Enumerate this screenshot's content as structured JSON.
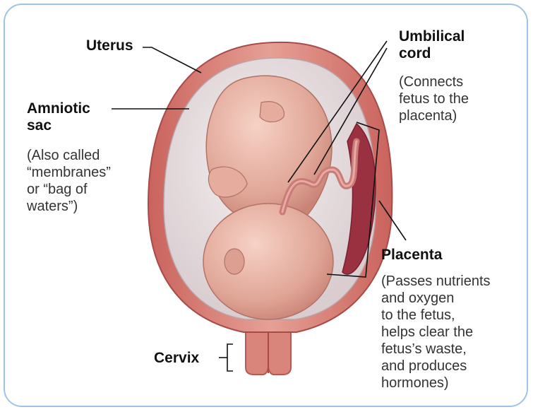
{
  "labels": {
    "uterus": "Uterus",
    "umbilical_cord": "Umbilical\ncord",
    "umbilical_cord_desc": "(Connects\nfetus to the\nplacenta)",
    "amniotic_sac": "Amniotic\nsac",
    "amniotic_sac_desc": "(Also called\n“membranes”\nor “bag of\nwaters”)",
    "placenta": "Placenta",
    "placenta_desc": "(Passes nutrients\nand oxygen\nto the fetus,\nhelps clear the\nfetus’s waste,\nand produces\nhormones)",
    "cervix": "Cervix"
  },
  "colors": {
    "frame_border": "#9ec3ea",
    "uterus_wall": "#d9857c",
    "uterus_wall_dark": "#b65a55",
    "amniotic_fluid": "#e9e2e4",
    "fetus_skin": "#e8b0a2",
    "fetus_shadow": "#c98476",
    "placenta": "#9a3140",
    "cord": "#c97b76"
  }
}
